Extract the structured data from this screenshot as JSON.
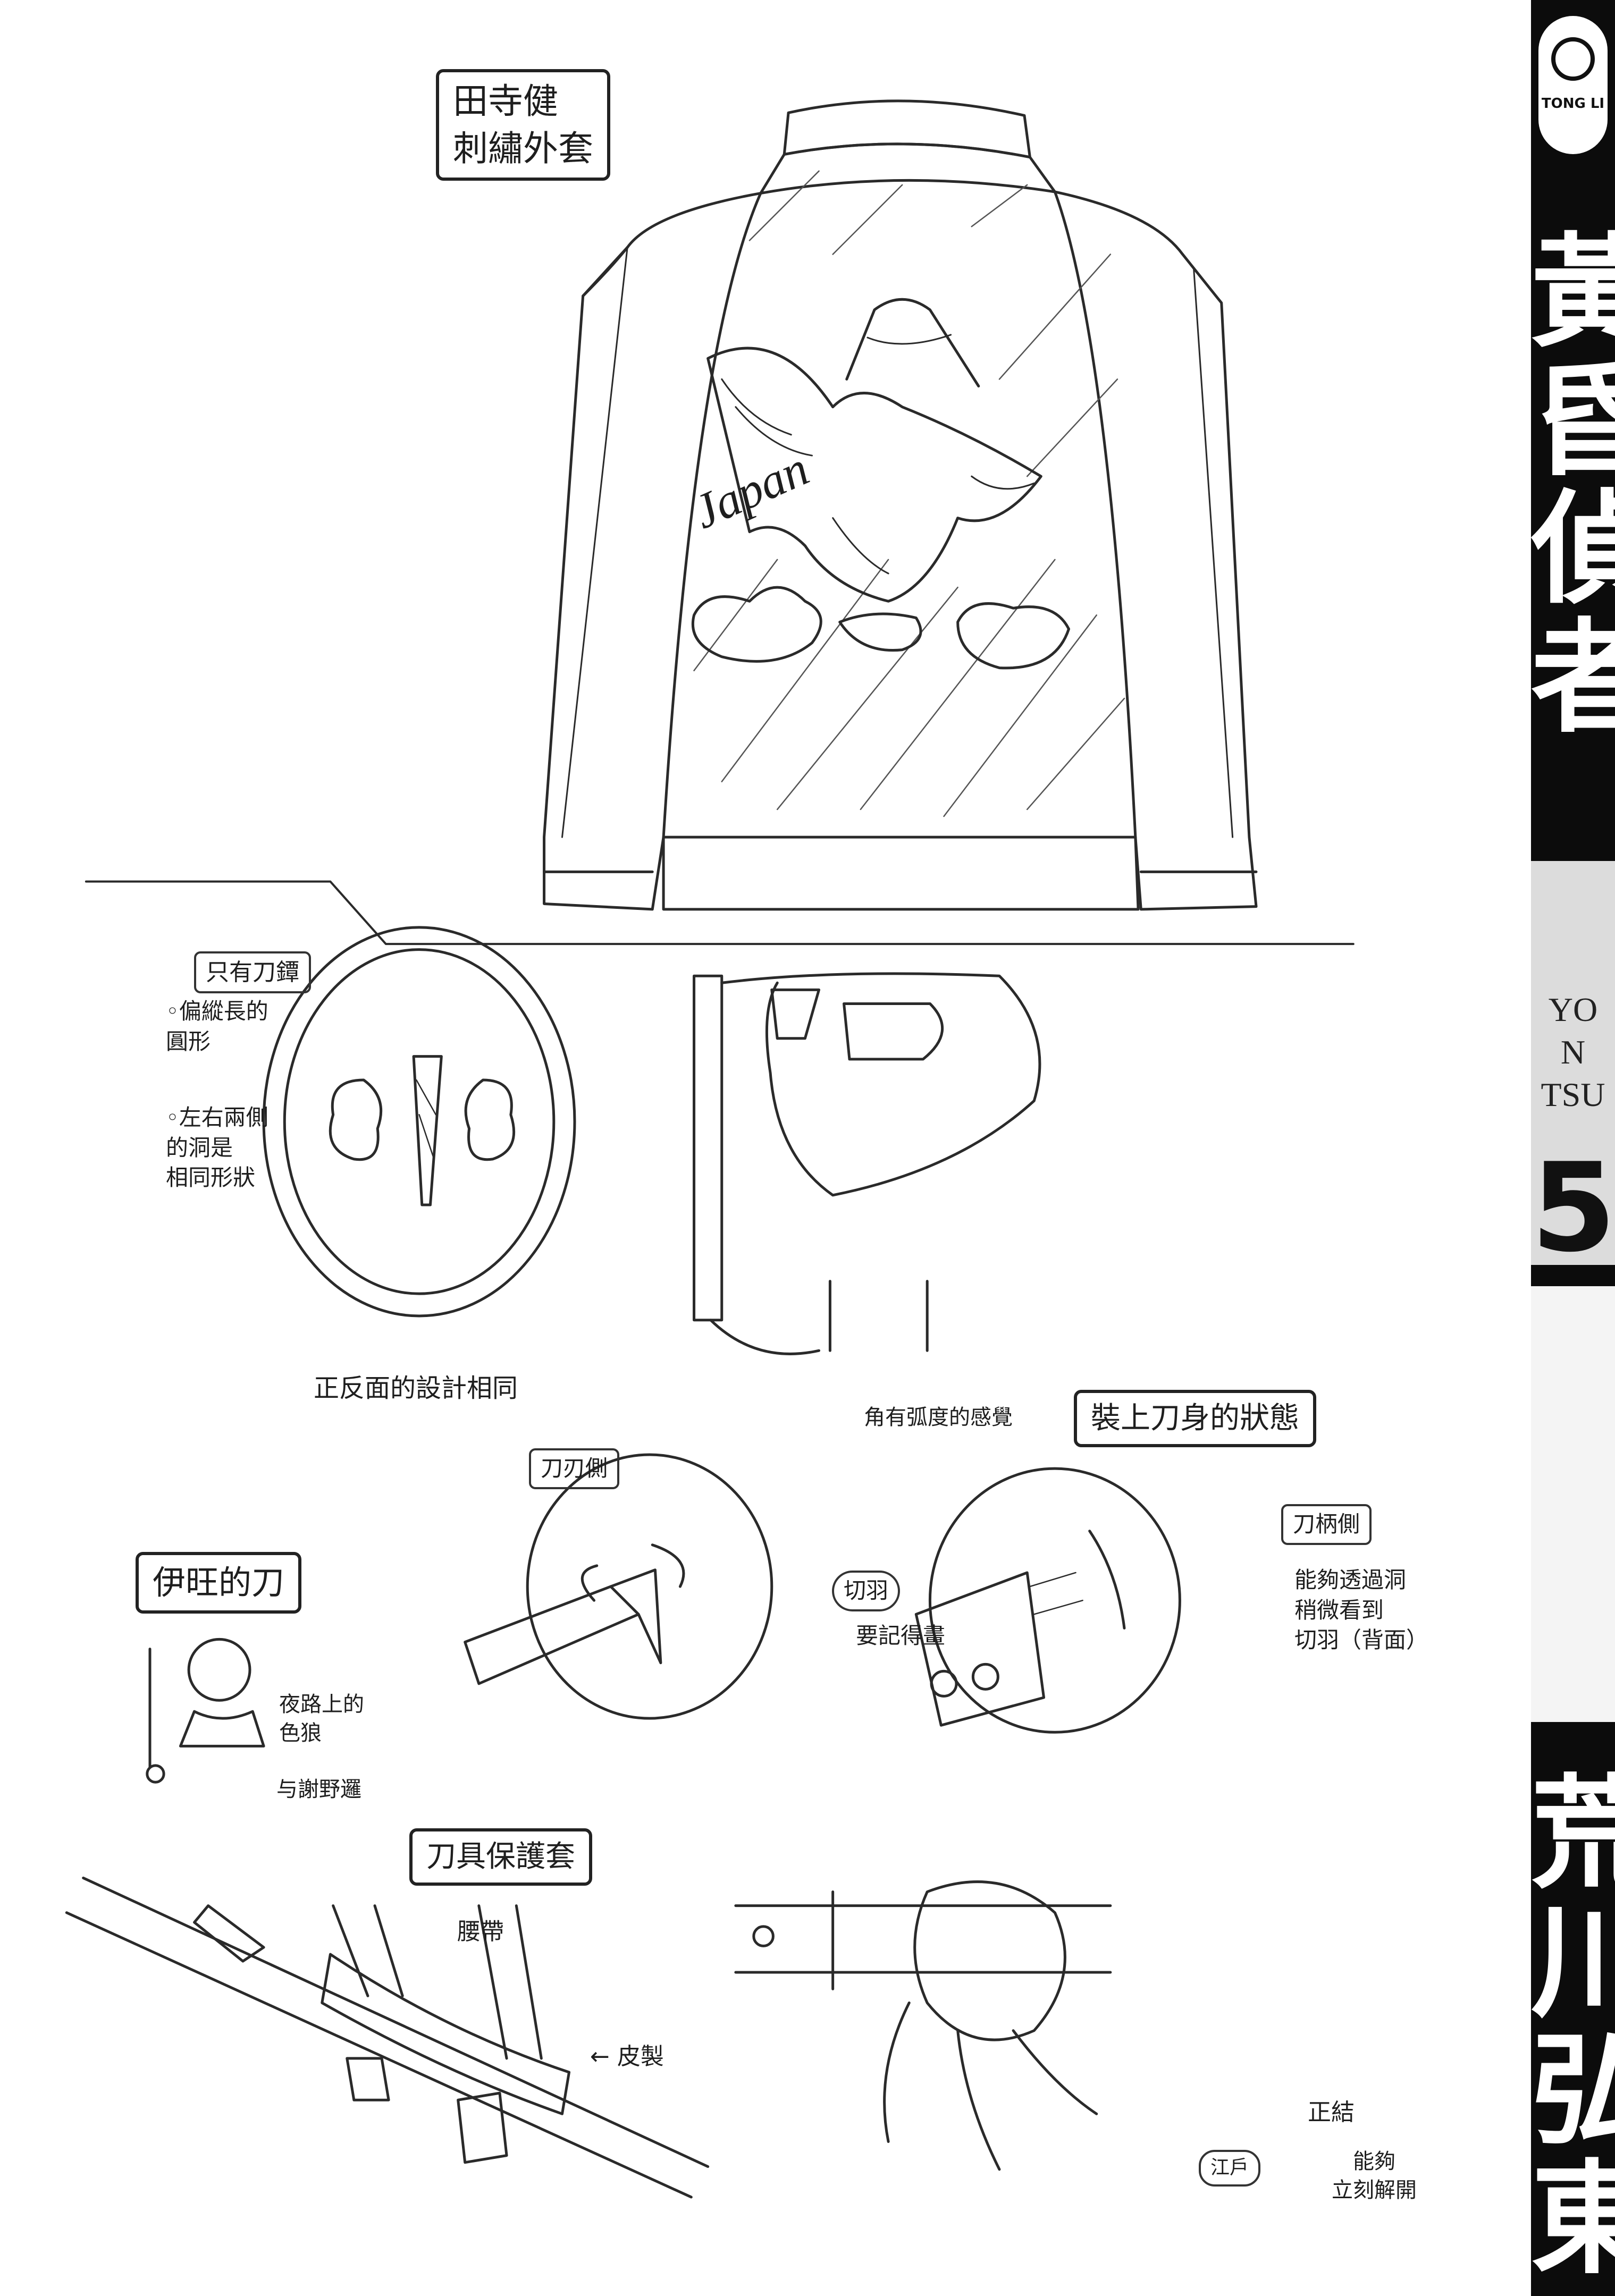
{
  "jacket": {
    "title": "田寺健\n刺繡外套",
    "embroidery_text": "Japan"
  },
  "tsuba": {
    "heading": "只有刀鐔",
    "note1": "◦偏縱長的\n圓形",
    "note2": "◦左右兩側\n的洞是\n相同形狀",
    "caption": "正反面的設計相同",
    "corner_note": "角有弧度的感覺"
  },
  "mounted": {
    "heading": "裝上刀身的狀態",
    "blade_side": "刀刃側",
    "seppa_tag": "切羽",
    "seppa_note": "要記得畫",
    "handle_side": "刀柄側",
    "handle_note": "能夠透過洞\n稍微看到\n切羽（背面）"
  },
  "iwang": {
    "title": "伊旺的刀",
    "note": "夜路上的\n色狼",
    "sub": "与謝野邏"
  },
  "guard": {
    "heading": "刀具保護套",
    "belt": "腰帶",
    "leather": "← 皮製"
  },
  "knot": {
    "name": "正結",
    "edo": "江戶",
    "note": "能夠\n立刻解開"
  },
  "spine": {
    "logo_text": "TONG LI",
    "title_chars": "黃昏偵者",
    "romaji": "YO\nN\nTSU",
    "volume": "5",
    "author_chars": "荒川弘東"
  }
}
